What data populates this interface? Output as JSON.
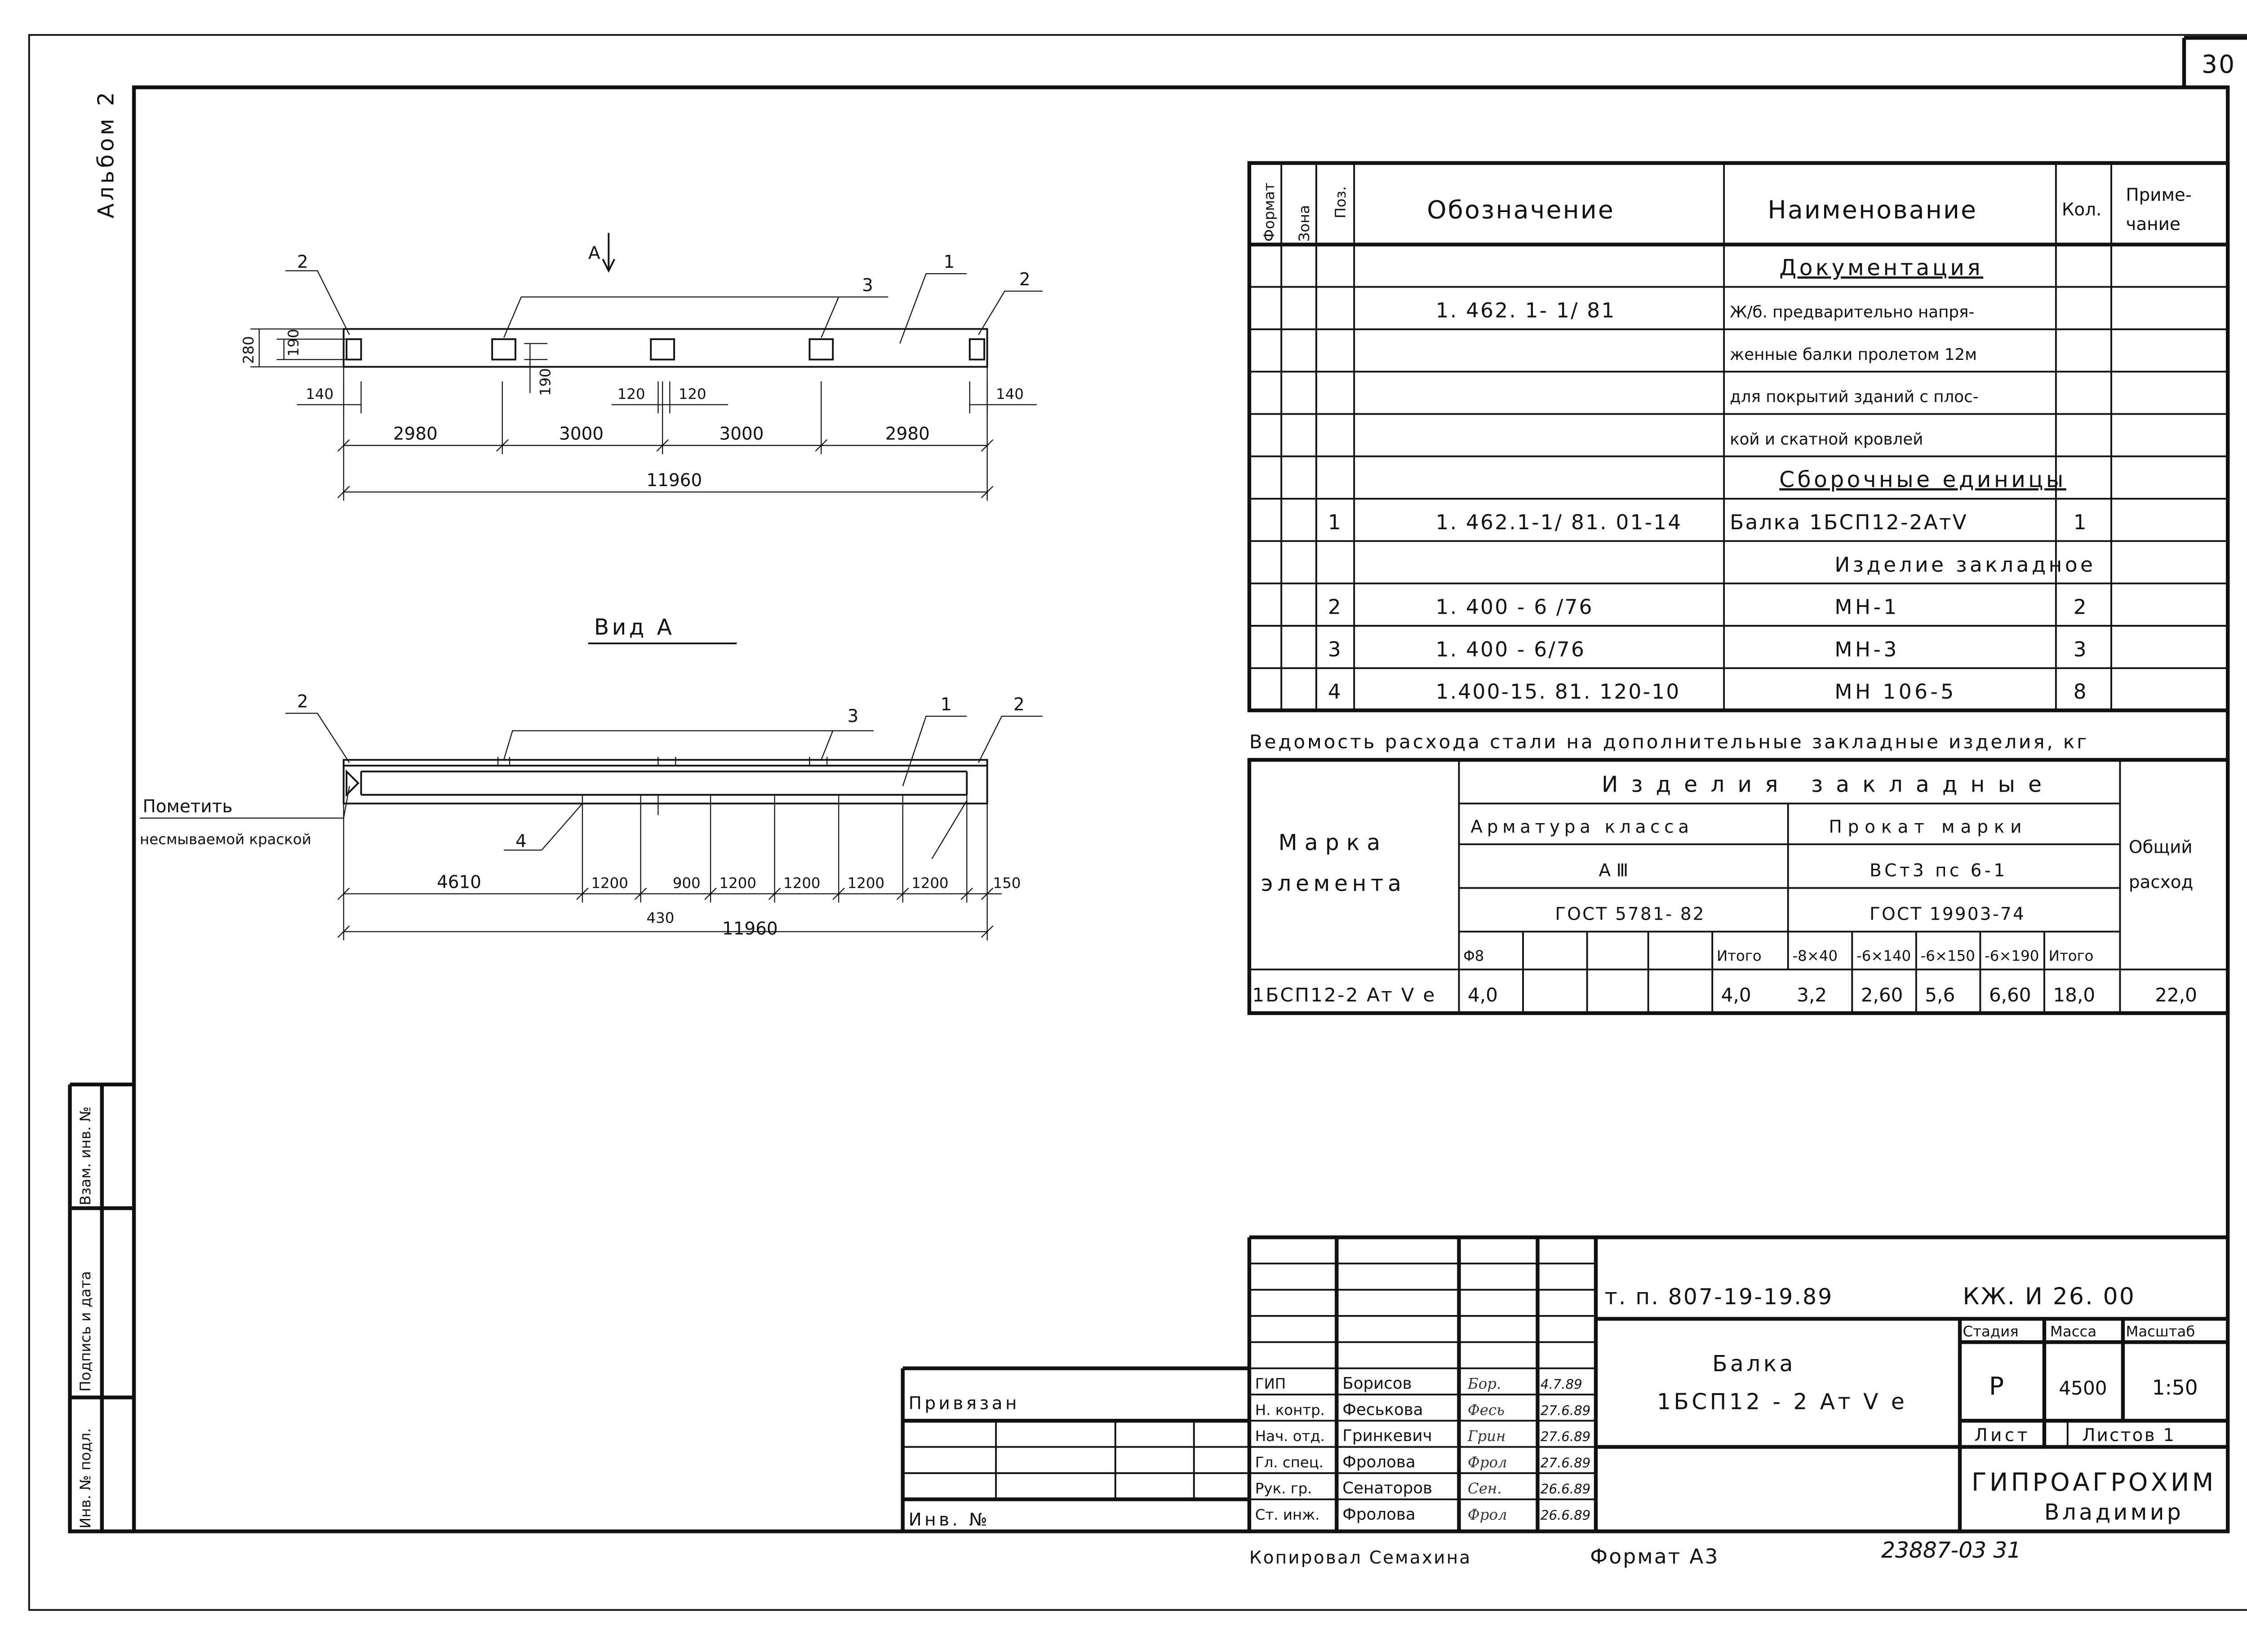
{
  "sheet": {
    "page_number": "30",
    "album": "Альбом 2",
    "project_code": "т. п. 807-19-19.89",
    "drawing_code": "КЖ. И 26. 00",
    "title_line1": "Балка",
    "title_line2": "1БСП12 - 2 Ат Ⅴ е",
    "stage_label": "Стадия",
    "mass_label": "Масса",
    "scale_label": "Масштаб",
    "stage": "Р",
    "mass": "4500",
    "scale": "1:50",
    "sheet_label": "Лист",
    "sheets_label": "Листов 1",
    "org_line1": "ГИПРОАГРОХИМ",
    "org_line2": "Владимир",
    "bound_label": "Привязан",
    "inv_label": "Инв. №",
    "copied_by": "Копировал Семахина",
    "format": "Формат А3",
    "archive_no": "23887-03 31"
  },
  "side_stamp": {
    "cell1": "Инв. № подл.",
    "cell2": "Подпись и дата",
    "cell3": "Взам. инв. №"
  },
  "signatures": [
    {
      "role": "ГИП",
      "name": "Борисов",
      "sign": "Бор.",
      "date": "4.7.89"
    },
    {
      "role": "Н. контр.",
      "name": "Феськова",
      "sign": "Фесь",
      "date": "27.6.89"
    },
    {
      "role": "Нач. отд.",
      "name": "Гринкевич",
      "sign": "Грин",
      "date": "27.6.89"
    },
    {
      "role": "Гл. спец.",
      "name": "Фролова",
      "sign": "Фрол",
      "date": "27.6.89"
    },
    {
      "role": "Рук. гр.",
      "name": "Сенаторов",
      "sign": "Сен.",
      "date": "26.6.89"
    },
    {
      "role": "Ст. инж.",
      "name": "Фролова",
      "sign": "Фрол",
      "date": "26.6.89"
    }
  ],
  "drawing": {
    "view_marker": "А",
    "view_title": "Вид А",
    "note_line1": "Пометить",
    "note_line2": "несмываемой краской",
    "top_view": {
      "callouts": [
        "2",
        "3",
        "1",
        "2"
      ],
      "dim_280": "280",
      "dim_190_left": "190",
      "dim_190_mid": "190",
      "dim_140_left": "140",
      "dim_120a": "120",
      "dim_120b": "120",
      "dim_140_right": "140",
      "spans": [
        "2980",
        "3000",
        "3000",
        "2980"
      ],
      "total": "11960"
    },
    "side_view": {
      "callouts": [
        "2",
        "3",
        "1",
        "2",
        "4"
      ],
      "spans": [
        "4610",
        "1200",
        "900",
        "1200",
        "1200",
        "1200",
        "1200",
        "150"
      ],
      "dim_430": "430",
      "total": "11960"
    }
  },
  "spec_table": {
    "headers": {
      "format": "Формат",
      "zone": "Зона",
      "pos": "Поз.",
      "designation": "Обозначение",
      "name": "Наименование",
      "qty": "Кол.",
      "note_line1": "Приме-",
      "note_line2": "чание"
    },
    "rows": [
      {
        "pos": "",
        "designation": "",
        "name": "Документация",
        "qty": "",
        "style": "section"
      },
      {
        "pos": "",
        "designation": "1. 462. 1- 1/ 81",
        "name": "Ж/б. предварительно напря-",
        "qty": "",
        "style": "small"
      },
      {
        "pos": "",
        "designation": "",
        "name": "женные балки пролетом 12м",
        "qty": "",
        "style": "small"
      },
      {
        "pos": "",
        "designation": "",
        "name": "для покрытий зданий с плос-",
        "qty": "",
        "style": "small"
      },
      {
        "pos": "",
        "designation": "",
        "name": "кой и скатной кровлей",
        "qty": "",
        "style": "small"
      },
      {
        "pos": "",
        "designation": "",
        "name": "Сборочные единицы",
        "qty": "",
        "style": "section"
      },
      {
        "pos": "1",
        "designation": "1. 462.1-1/ 81. 01-14",
        "name": "Балка 1БСП12-2АтⅤ",
        "qty": "1",
        "style": "normal"
      },
      {
        "pos": "",
        "designation": "",
        "name": "Изделие закладное",
        "qty": "",
        "style": "center"
      },
      {
        "pos": "2",
        "designation": "1. 400 - 6 /76",
        "name": "МН-1",
        "qty": "2",
        "style": "center"
      },
      {
        "pos": "3",
        "designation": "1. 400 - 6/76",
        "name": "МН-3",
        "qty": "3",
        "style": "center"
      },
      {
        "pos": "4",
        "designation": "1.400-15. 81. 120-10",
        "name": "МН 106-5",
        "qty": "8",
        "style": "center"
      }
    ]
  },
  "steel_table": {
    "title": "Ведомость расхода стали на дополнительные закладные изделия, кг",
    "element_mark_line1": "Марка",
    "element_mark_line2": "элемента",
    "group_header": "Изделия закладные",
    "rebar_header": "Арматура класса",
    "rebar_class": "А Ⅲ",
    "rebar_gost": "ГОСТ 5781- 82",
    "profile_header": "Прокат марки",
    "profile_grade": "ВСт3 пс 6-1",
    "profile_gost": "ГОСТ 19903-74",
    "total_line1": "Общий",
    "total_line2": "расход",
    "sub_headers": [
      "Φ8",
      "",
      "",
      "",
      "Итого",
      "-8×40",
      "-6×140",
      "-6×150",
      "-6×190",
      "Итого"
    ],
    "row": {
      "mark": "1БСП12-2 Ат Ⅴ е",
      "values": [
        "4,0",
        "",
        "",
        "",
        "4,0",
        "3,2",
        "2,60",
        "5,6",
        "6,60",
        "18,0"
      ],
      "total": "22,0"
    }
  }
}
